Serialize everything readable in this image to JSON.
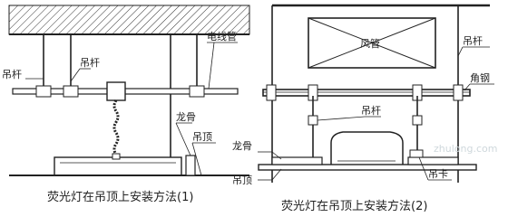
{
  "diagrams": [
    {
      "caption": "荧光灯在吊顶上安装方法(1)",
      "labels": {
        "hanger_left": "吊杆",
        "hanger_top": "吊杆",
        "conduit": "电线管",
        "keel": "龙骨",
        "ceiling": "吊顶"
      }
    },
    {
      "caption": "荧光灯在吊顶上安装方法(2)",
      "labels": {
        "duct": "风管",
        "hanger_right": "吊杆",
        "angle_steel": "角钢",
        "hanger_center": "吊杆",
        "keel": "龙骨",
        "ceiling": "吊顶",
        "clip": "吊卡"
      }
    }
  ],
  "watermark": "zhulong.com"
}
